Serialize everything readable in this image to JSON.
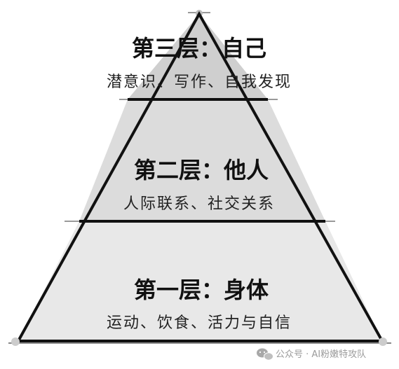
{
  "diagram": {
    "layers": [
      {
        "id": "top",
        "title": "第三层：自己",
        "subtitle": "潜意识、写作、自我发现",
        "fill": "#cfcfcf"
      },
      {
        "id": "middle",
        "title": "第二层：他人",
        "subtitle": "人际联系、社交关系",
        "fill": "#dcdcdc"
      },
      {
        "id": "bottom",
        "title": "第一层：身体",
        "subtitle": "运动、饮食、活力与自信",
        "fill": "#e8e8e8"
      }
    ],
    "outline_color": "#111111",
    "accent_gray": "#aaaaaa"
  },
  "watermark": {
    "text": "公众号 · AI粉嫩特攻队",
    "icon": "wechat-icon"
  }
}
